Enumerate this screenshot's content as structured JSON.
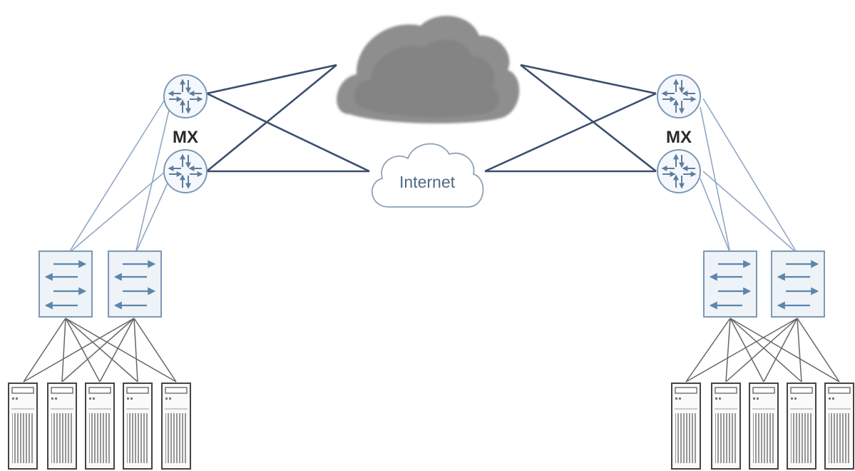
{
  "labels": {
    "mx_left": "MX",
    "mx_right": "MX",
    "internet": "Internet"
  },
  "colors": {
    "core_link": "#3a4f6e",
    "access_link": "#8fa8c4",
    "server_link": "#666666",
    "router_stroke": "#7d98b4",
    "router_fill": "#f4f8fc",
    "switch_stroke": "#7d98b4",
    "switch_fill": "#eef3f8",
    "arrow": "#5b86ad",
    "cloud_gray": "#8e8e8e",
    "cloud_internet_stroke": "#8fa1b4"
  },
  "icons": {
    "router": "router-icon",
    "switch": "switch-icon",
    "server": "server-icon",
    "cloud_wan": "cloud-icon",
    "cloud_internet": "internet-cloud-icon"
  }
}
